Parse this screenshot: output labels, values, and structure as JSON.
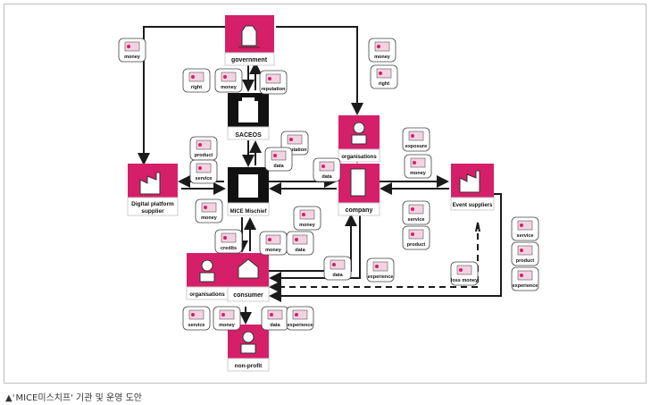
{
  "caption": "MICE미스치프' 기관 및 운영 도안",
  "caption_prefix": "▲'",
  "colors": {
    "accent": "#d61f69",
    "dark": "#111111",
    "line": "#1a1a1a"
  },
  "nodes": {
    "government": "government",
    "saceos": "SACEOS",
    "organisations_top": "organisations",
    "digital": "Digital platform",
    "digital2": "supplier",
    "mice": "MICE Mischief",
    "company": "company",
    "event": "Event suppliers",
    "organisations_bottom": "organisations",
    "consumer": "consumer",
    "nonprofit": "non-profit"
  },
  "tokens": {
    "money": "money",
    "right": "right",
    "reputation": "reputation",
    "data": "data",
    "product": "product",
    "service": "service",
    "exposure": "exposure",
    "credits": "credits",
    "experience": "experience",
    "loss_money": "loss money"
  }
}
